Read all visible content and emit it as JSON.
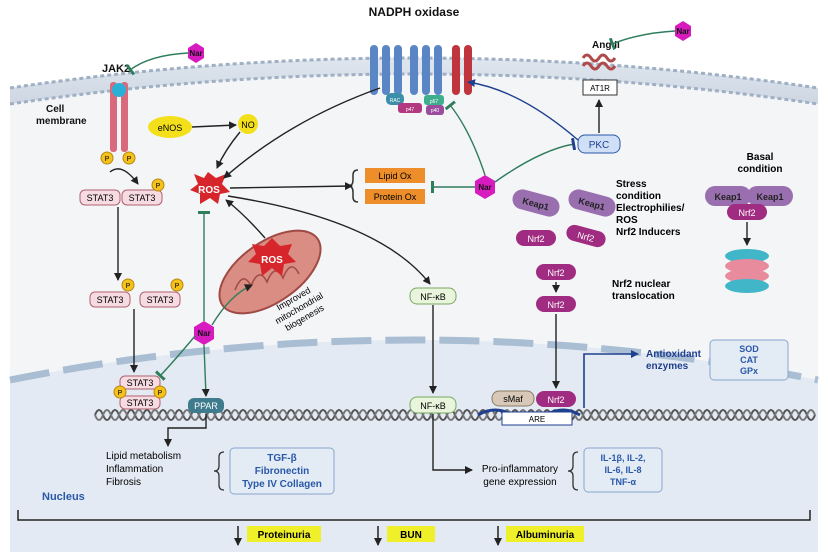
{
  "title": "NADPH oxidase",
  "labels": {
    "cell_membrane_1": "Cell",
    "cell_membrane_2": "membrane",
    "jak2": "JAK2",
    "ang2": "Ang II",
    "at1r": "AT1R",
    "pkc": "PKC",
    "enos": "eNOS",
    "no": "NO",
    "ros": "ROS",
    "ros_mito": "ROS",
    "mito_1": "Improved",
    "mito_2": "mitochondrial",
    "mito_3": "biogenesis",
    "lipid_ox": "Lipid Ox",
    "protein_ox": "Protein Ox",
    "nar": "Nar",
    "stat3": "STAT3",
    "p": "P",
    "ppar": "PPAR",
    "nfkb": "NF-κB",
    "keap1": "Keap1",
    "nrf2": "Nrf2",
    "smaf": "sMaf",
    "are": "ARE",
    "nox_rac": "RAC",
    "nox_p67": "p67",
    "nox_p47": "p47",
    "nox_p40": "p40",
    "stress_1": "Stress",
    "stress_2": "condition",
    "stress_3": "Electrophilies/",
    "stress_4": "ROS",
    "stress_5": "Nrf2 Inducers",
    "basal_1": "Basal",
    "basal_2": "condition",
    "translocation_1": "Nrf2 nuclear",
    "translocation_2": "translocation",
    "antioxidant_1": "Antioxidant",
    "antioxidant_2": "enzymes",
    "enzymes": [
      "SOD",
      "CAT",
      "GPx"
    ],
    "lipid_effects": [
      "Lipid metabolism",
      "Inflammation",
      "Fibrosis"
    ],
    "fibrosis_markers": [
      "TGF-β",
      "Fibronectin",
      "Type IV Collagen"
    ],
    "proinflam_1": "Pro-inflammatory",
    "proinflam_2": "gene expression",
    "cytokines": [
      "IL-1β, IL-2,",
      "IL-6, IL-8",
      "TNF-α"
    ],
    "nucleus": "Nucleus",
    "outcomes": [
      "Proteinuria",
      "BUN",
      "Albuminuria"
    ]
  },
  "colors": {
    "nar": "#d81bbf",
    "ros": "#d7262b",
    "stat3": "#f6dce2",
    "keap1": "#9a6fb0",
    "nrf2": "#a02c82",
    "orange": "#ee8e2a",
    "blue_text": "#2a58a8",
    "inhibit": "#2e7d5b",
    "enos": "#f4e01a"
  }
}
